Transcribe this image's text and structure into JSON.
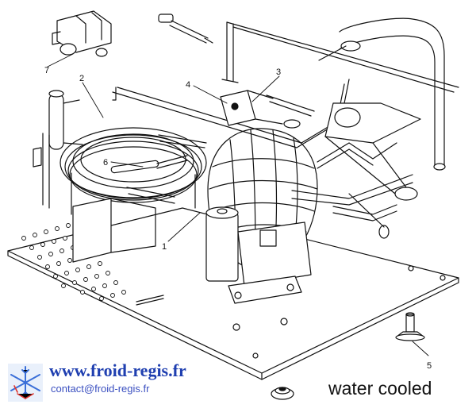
{
  "callouts": [
    {
      "id": "1",
      "label": "1"
    },
    {
      "id": "2",
      "label": "2"
    },
    {
      "id": "3",
      "label": "3"
    },
    {
      "id": "4",
      "label": "4"
    },
    {
      "id": "5",
      "label": "5"
    },
    {
      "id": "6",
      "label": "6"
    },
    {
      "id": "7",
      "label": "7"
    }
  ],
  "footer": {
    "site_url": "www.froid-regis.fr",
    "contact": "contact@froid-regis.fr",
    "caption": "water cooled"
  },
  "logo": {
    "icon": "snowflake-logo-icon",
    "colors": [
      "#3b6fd8",
      "#e0322c"
    ]
  }
}
